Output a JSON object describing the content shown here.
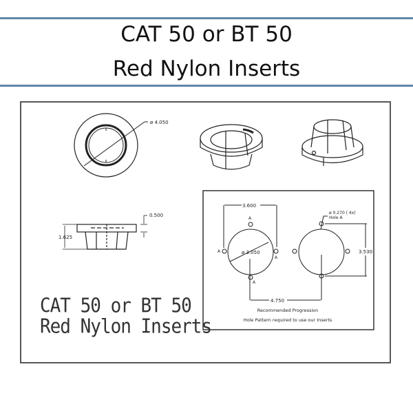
{
  "header": {
    "title_line1": "CAT 50 or BT 50",
    "title_line2": "Red Nylon Inserts",
    "rule_color": "#5f86a6"
  },
  "drawing": {
    "top_view": {
      "diameter_label": "ø 4.050"
    },
    "side_view": {
      "height_label": "1.625",
      "flange_label": "0.500"
    },
    "hole_pattern": {
      "spacing_label": "3.600",
      "circle_diameter_label": "ø 3.050",
      "hole_label_line1": "ø 0.270 ( 4x)",
      "hole_label_line2": "Hole A",
      "hole_marker": "A",
      "vertical_label": "3.530",
      "progression_label": "4.750",
      "caption_line1": "Recommended Progression",
      "caption_line2": "Hole Pattern required to use our Inserts"
    },
    "stamp_line1": "CAT 50 or BT 50",
    "stamp_line2": "Red Nylon Inserts"
  }
}
